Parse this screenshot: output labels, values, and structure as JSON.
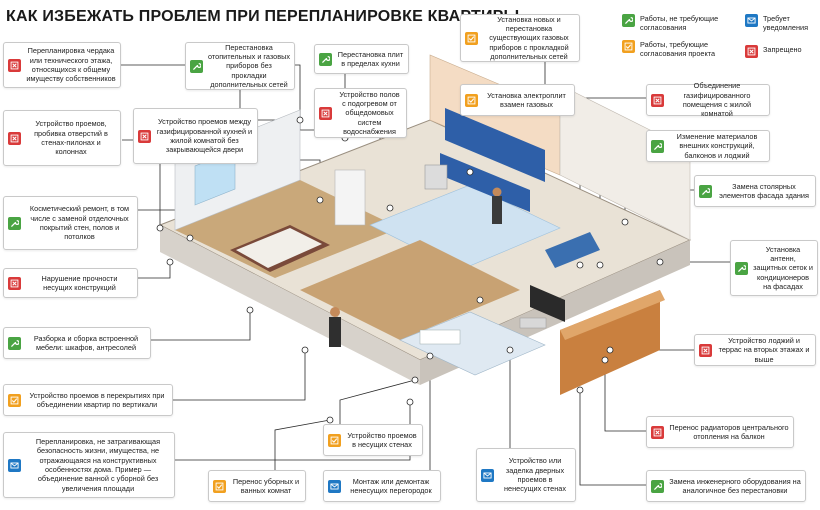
{
  "title": "КАК ИЗБЕЖАТЬ ПРОБЛЕМ ПРИ ПЕРЕПЛАНИРОВКЕ КВАРТИРЫ",
  "colors": {
    "green": "#4aa443",
    "yellow": "#f1a01f",
    "blue": "#1f78c4",
    "red": "#d93a3a"
  },
  "legend": [
    {
      "type": "green",
      "icon": "wrench-icon",
      "text": "Работы, не требующие согласования"
    },
    {
      "type": "yellow",
      "icon": "check-icon",
      "text": "Работы, требующие согласования проекта"
    },
    {
      "type": "blue",
      "icon": "envelope-icon",
      "text": "Требует уведомления"
    },
    {
      "type": "red",
      "icon": "cross-icon",
      "text": "Запрещено"
    }
  ],
  "callouts": [
    {
      "type": "red",
      "text": "Перепланировка чердака или технического этажа, относящихся к общему имуществу собственников"
    },
    {
      "type": "red",
      "text": "Устройство проемов, пробивка отверстий в стенах-пилонах и колоннах"
    },
    {
      "type": "green",
      "text": "Косметический ремонт, в том числе с заменой отделочных покрытий стен, полов и потолков"
    },
    {
      "type": "red",
      "text": "Нарушение прочности несущих конструкций"
    },
    {
      "type": "green",
      "text": "Разборка и сборка встроенной мебели: шкафов, антресолей"
    },
    {
      "type": "yellow",
      "text": "Устройство проемов в перекрытиях при объединении квартир по вертикали"
    },
    {
      "type": "blue",
      "text": "Перепланировка, не затрагивающая безопасность жизни, имущества, не отражающаяся на конструктивных особенностях дома. Пример — объединение ванной с уборной без увеличения площади"
    },
    {
      "type": "green",
      "text": "Перестановка отопительных и газовых приборов без прокладки дополнительных сетей"
    },
    {
      "type": "red",
      "text": "Устройство проемов между газифицированной кухней и жилой комнатой без закрывающейся двери"
    },
    {
      "type": "green",
      "text": "Перестановка плит в пределах кухни"
    },
    {
      "type": "red",
      "text": "Устройство полов с подогревом от общедомовых систем водоснабжения"
    },
    {
      "type": "yellow",
      "text": "Установка новых и перестановка существующих газовых приборов с прокладкой дополнительных сетей"
    },
    {
      "type": "yellow",
      "text": "Установка электроплит взамен газовых"
    },
    {
      "type": "red",
      "text": "Объединение газифицированного помещения с жилой комнатой"
    },
    {
      "type": "green",
      "text": "Изменение материалов внешних конструкций, балконов и лоджий"
    },
    {
      "type": "green",
      "text": "Замена столярных элементов фасада здания"
    },
    {
      "type": "green",
      "text": "Установка антенн, защитных сеток и кондиционеров на фасадах"
    },
    {
      "type": "red",
      "text": "Устройство лоджий и террас на вторых этажах и выше"
    },
    {
      "type": "red",
      "text": "Перенос радиаторов центрального отопления на балкон"
    },
    {
      "type": "green",
      "text": "Замена инженерного оборудования на аналогичное без перестановки"
    },
    {
      "type": "yellow",
      "text": "Перенос уборных и ванных комнат"
    },
    {
      "type": "yellow",
      "text": "Устройство проемов в несущих стенах"
    },
    {
      "type": "blue",
      "text": "Монтаж или демонтаж ненесущих перегородок"
    },
    {
      "type": "blue",
      "text": "Устройство или заделка дверных проемов в ненесущих стенах"
    }
  ]
}
